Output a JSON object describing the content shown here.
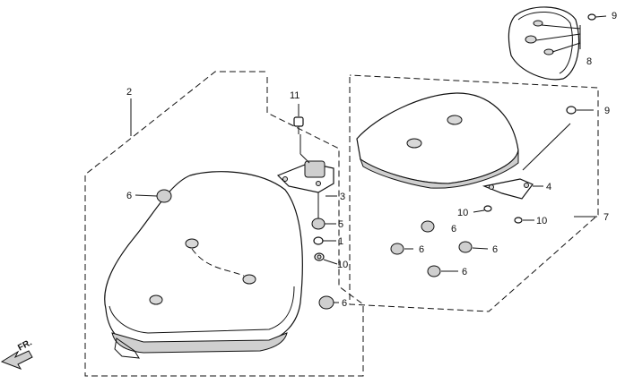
{
  "callouts": {
    "c1": "1",
    "c2": "2",
    "c3": "3",
    "c4": "4",
    "c5": "5",
    "c6_rider_left": "6",
    "c6_rider_bottom": "6",
    "c6_grommet_a": "6",
    "c6_grommet_b": "6",
    "c6_grommet_c": "6",
    "c6_grommet_d": "6",
    "c7": "7",
    "c8": "8",
    "c9_pad": "9",
    "c9_passenger": "9",
    "c10_rider": "10",
    "c10_bracket_left": "10",
    "c10_bracket_right": "10",
    "c11": "11"
  },
  "front_indicator": {
    "label": "FR."
  }
}
